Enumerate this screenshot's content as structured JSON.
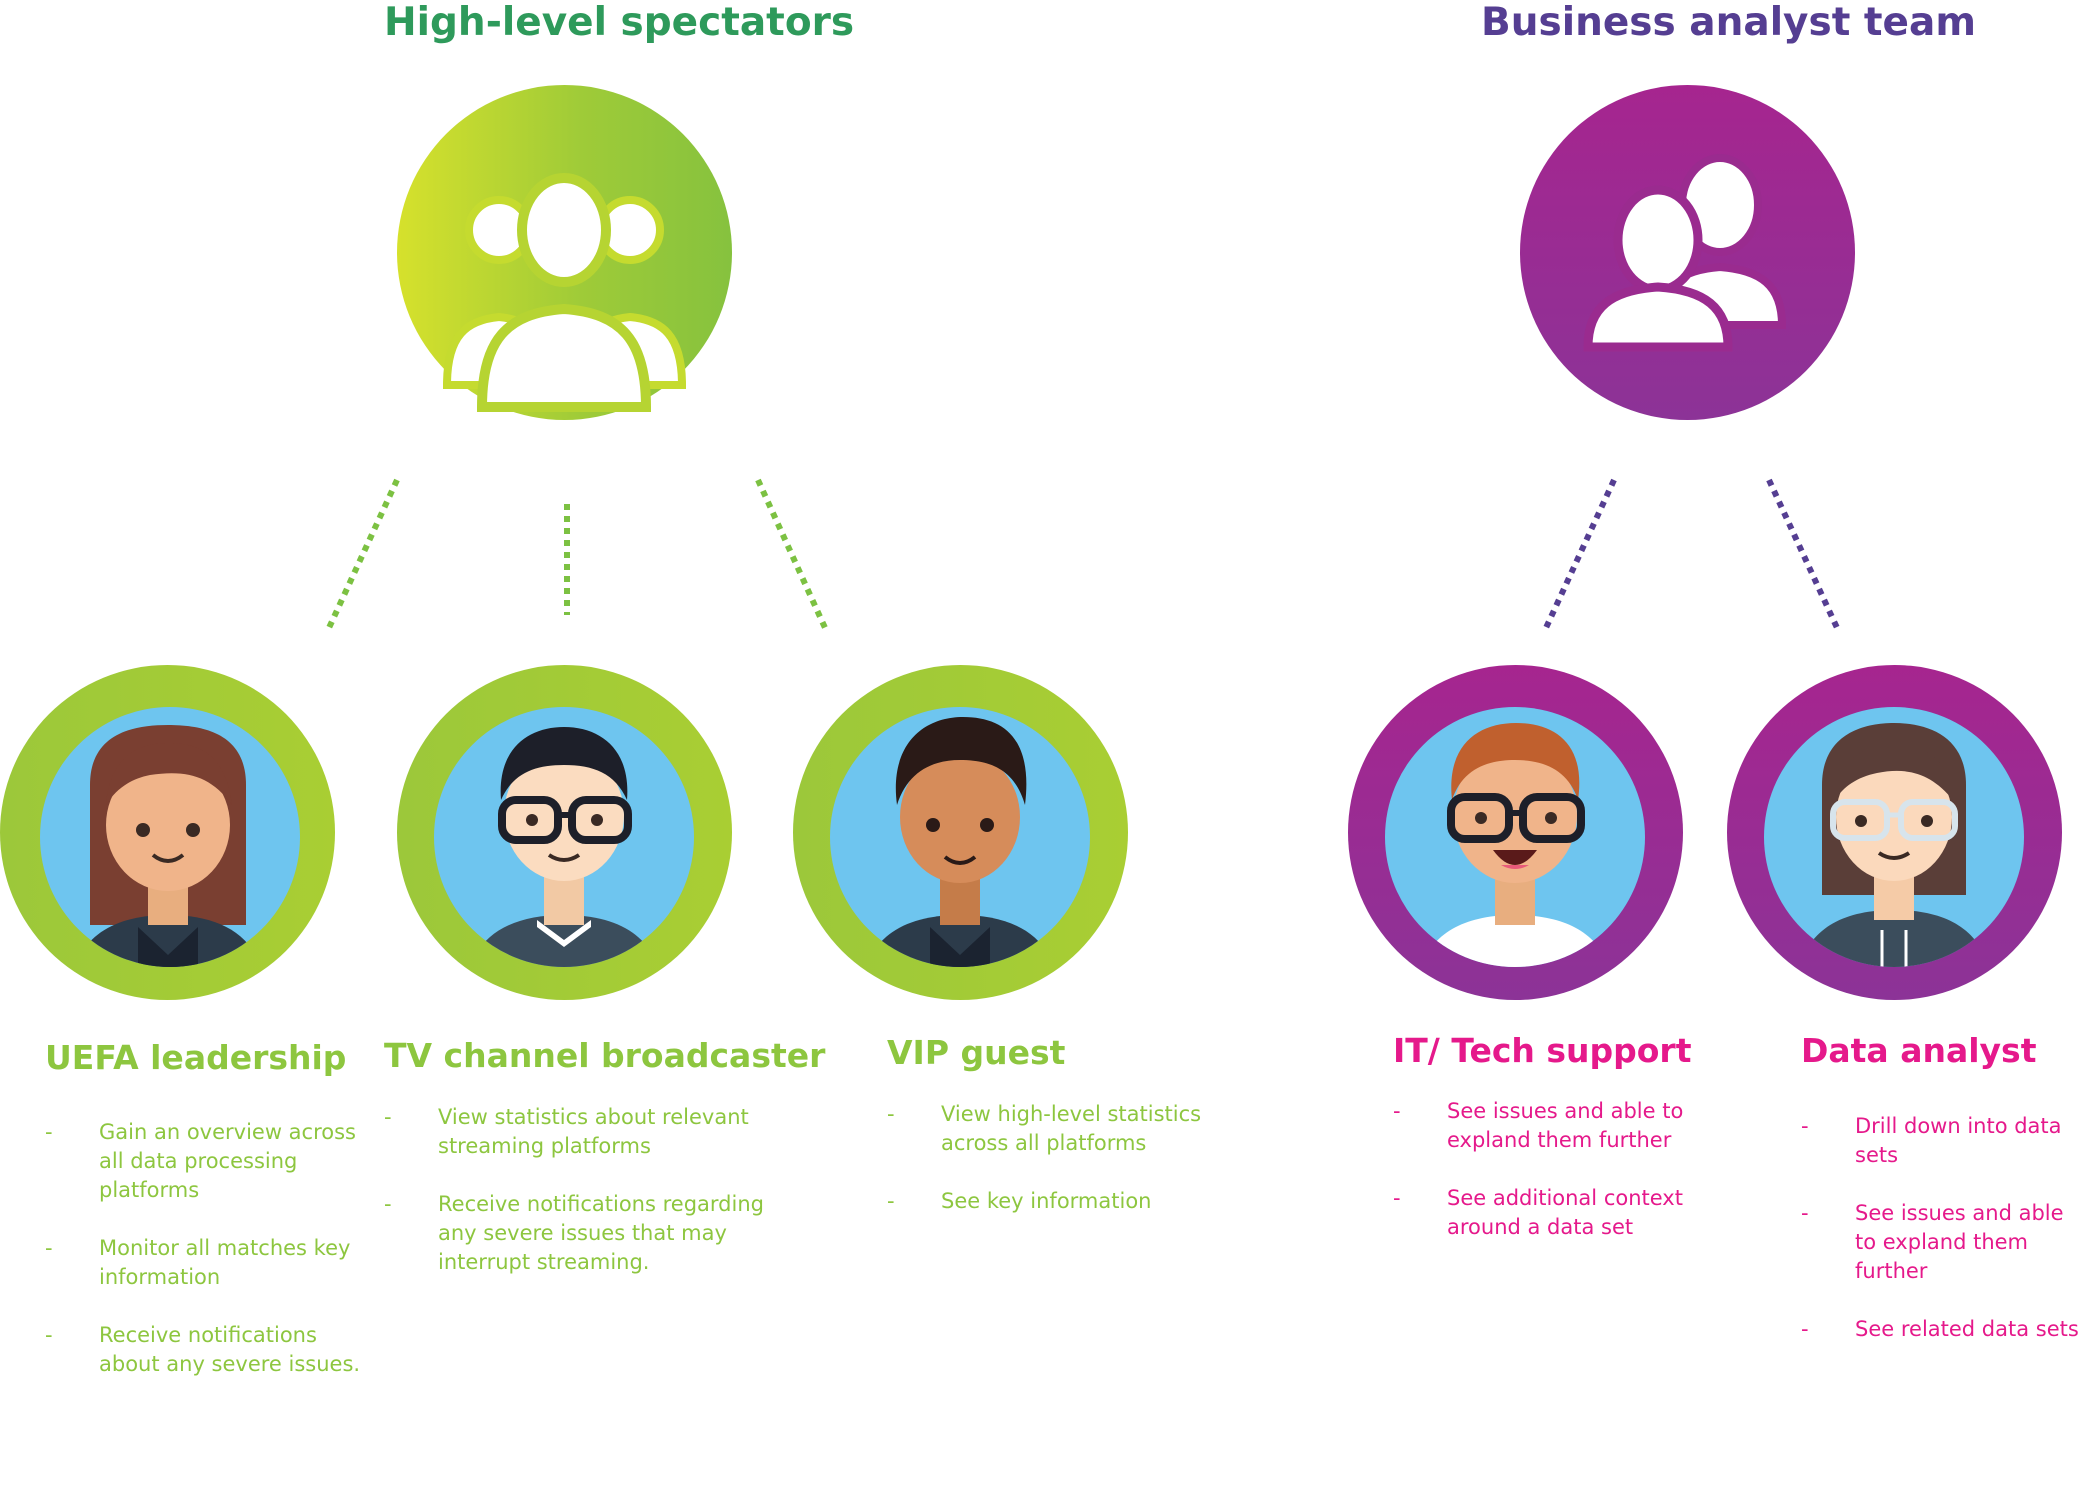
{
  "groups": {
    "spectators": {
      "title": "High-level spectators",
      "color": "#2e9a5b",
      "icon": "users-group-icon",
      "accent": "#8dc63f"
    },
    "analysts": {
      "title": "Business analyst team",
      "color": "#553e92",
      "icon": "users-pair-icon",
      "accent": "#e5198b"
    }
  },
  "roles": {
    "uefa": {
      "title": "UEFA leadership",
      "avatar": "woman-avatar-icon",
      "items": [
        {
          "dash": "-",
          "text": "Gain an overview across all data processing platforms"
        },
        {
          "dash": "-",
          "text": "Monitor all matches key information"
        },
        {
          "dash": "-",
          "text": "Receive notifications about any severe issues."
        }
      ]
    },
    "tv": {
      "title": "TV channel broadcaster",
      "avatar": "man-glasses-avatar-icon",
      "items": [
        {
          "dash": "-",
          "text": "View statistics about relevant streaming platforms"
        },
        {
          "dash": "-",
          "text": "Receive notifications regarding any severe issues that may interrupt streaming."
        }
      ]
    },
    "vip": {
      "title": "VIP guest",
      "avatar": "man-avatar-icon",
      "items": [
        {
          "dash": "-",
          "text": "View high-level statistics across all platforms"
        },
        {
          "dash": "-",
          "text": "See key information"
        }
      ]
    },
    "it": {
      "title": "IT/ Tech support",
      "avatar": "redhead-glasses-avatar-icon",
      "items": [
        {
          "dash": "-",
          "text": "See issues and able to expland them further"
        },
        {
          "dash": "-",
          "text": "See additional context around a data set"
        }
      ]
    },
    "data": {
      "title": "Data analyst",
      "avatar": "woman-glasses-hoodie-avatar-icon",
      "items": [
        {
          "dash": "-",
          "text": "Drill down into data sets"
        },
        {
          "dash": "-",
          "text": "See issues and able to expland them further"
        },
        {
          "dash": "-",
          "text": "See related data sets"
        }
      ]
    }
  },
  "colors": {
    "spectator_green": "#8dc63f",
    "analyst_purple": "#553e92",
    "analyst_magenta": "#9a2b8f",
    "role_pink": "#e5198b",
    "avatar_bg": "#6ec5ef"
  }
}
